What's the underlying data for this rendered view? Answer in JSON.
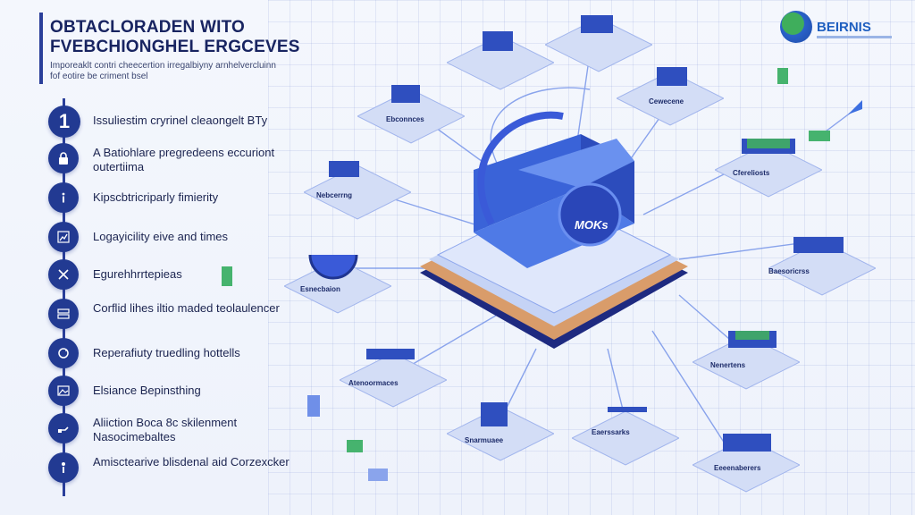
{
  "header": {
    "title_line1": "OBTACLORADEN WITO",
    "title_line2": "FVEBCHIONGHEL ERGCEVES",
    "subtitle_line1": "Imporeaklt contri cheecertion irregalbiyny arnhelvercluinn",
    "subtitle_line2": "fof eotire be criment bsel"
  },
  "logo": {
    "text": "BEIRNIS"
  },
  "steps": [
    {
      "marker": "1",
      "icon": "",
      "label": "Issuliestim cryrinel cleaongelt BTy"
    },
    {
      "marker": "",
      "icon": "lock-icon",
      "label": "A Batiohlare pregredeens eccuriont outertiima"
    },
    {
      "marker": "",
      "icon": "info-icon",
      "label": "Kipscbtricriparly fimierity"
    },
    {
      "marker": "",
      "icon": "chart-icon",
      "label": "Logayicility eive and times"
    },
    {
      "marker": "",
      "icon": "tools-icon",
      "label": "Egurehhrrtepieas"
    },
    {
      "marker": "",
      "icon": "server-icon",
      "label": "Corflid lihes iltio maded teolaulencer"
    },
    {
      "marker": "",
      "icon": "loop-icon",
      "label": "Reperafiuty truedling hottells"
    },
    {
      "marker": "",
      "icon": "image-icon",
      "label": "Elsiance Bepinsthing"
    },
    {
      "marker": "",
      "icon": "hand-icon",
      "label": "Aliiction Bocа 8c skilenment Nasocimebaltes"
    },
    {
      "marker": "",
      "icon": "person-icon",
      "label": "Amisctearive blisdenal aid Corzexcker"
    }
  ],
  "diagram": {
    "center_label": "MOKs",
    "nodes": [
      {
        "id": "top-left",
        "label": "Ebconnces"
      },
      {
        "id": "top-mid",
        "label": ""
      },
      {
        "id": "top-right",
        "label": "Cewecene"
      },
      {
        "id": "right-1",
        "label": "Cfereliosts"
      },
      {
        "id": "left-1",
        "label": "Nebcerrng"
      },
      {
        "id": "right-2",
        "label": "Baesoricrss"
      },
      {
        "id": "left-2",
        "label": "Esnecbaion"
      },
      {
        "id": "right-3",
        "label": "Nenertens"
      },
      {
        "id": "left-3",
        "label": "Atenoormaces"
      },
      {
        "id": "bottom-1",
        "label": "Snarmuaee"
      },
      {
        "id": "bottom-2",
        "label": "Eaerssarks"
      },
      {
        "id": "bottom-3",
        "label": "Eeeenaberers"
      }
    ]
  },
  "colors": {
    "primary": "#223a92",
    "accent": "#3d6fe0",
    "tile": "#cdd8f3",
    "green": "#46b36e"
  }
}
